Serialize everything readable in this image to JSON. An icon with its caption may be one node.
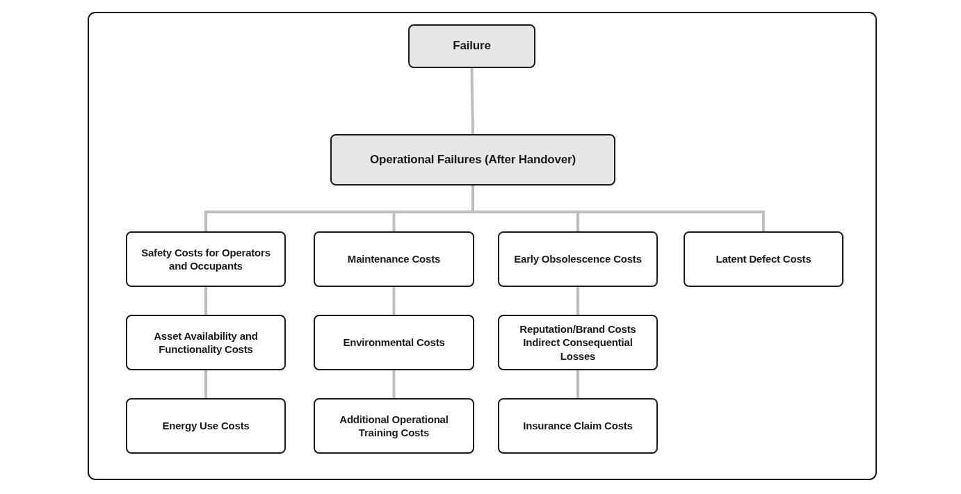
{
  "diagram": {
    "nodes": [
      {
        "text": [
          "Failure"
        ]
      },
      {
        "text": [
          "Operational Failures (After Handover)"
        ]
      },
      {
        "text": [
          "Safety Costs for Operators and Occupants"
        ]
      },
      {
        "text": [
          "Maintenance Costs"
        ]
      },
      {
        "text": [
          "Early Obsolescence Costs"
        ]
      },
      {
        "text": [
          "Latent Defect Costs"
        ]
      },
      {
        "text": [
          "Asset Availability and Functionality Costs"
        ]
      },
      {
        "text": [
          "Environmental Costs"
        ]
      },
      {
        "text": [
          "Reputation/Brand Costs Indirect Consequential Losses"
        ]
      },
      {
        "text": [
          "Energy Use Costs"
        ]
      },
      {
        "text": [
          "Additional Operational Training Costs"
        ]
      },
      {
        "text": [
          "Insurance Claim Costs"
        ]
      }
    ],
    "edges": [
      {
        "from": 0,
        "to": 1,
        "arrow": "none"
      },
      {
        "from": 1,
        "to": 2,
        "arrow": "none"
      },
      {
        "from": 1,
        "to": 3,
        "arrow": "none"
      },
      {
        "from": 1,
        "to": 4,
        "arrow": "none"
      },
      {
        "from": 1,
        "to": 5,
        "arrow": "none"
      },
      {
        "from": 2,
        "to": 6,
        "arrow": "none"
      },
      {
        "from": 6,
        "to": 9,
        "arrow": "none"
      },
      {
        "from": 3,
        "to": 7,
        "arrow": "none"
      },
      {
        "from": 7,
        "to": 10,
        "arrow": "none"
      },
      {
        "from": 4,
        "to": 8,
        "arrow": "none"
      },
      {
        "from": 8,
        "to": 11,
        "arrow": "none"
      }
    ]
  }
}
